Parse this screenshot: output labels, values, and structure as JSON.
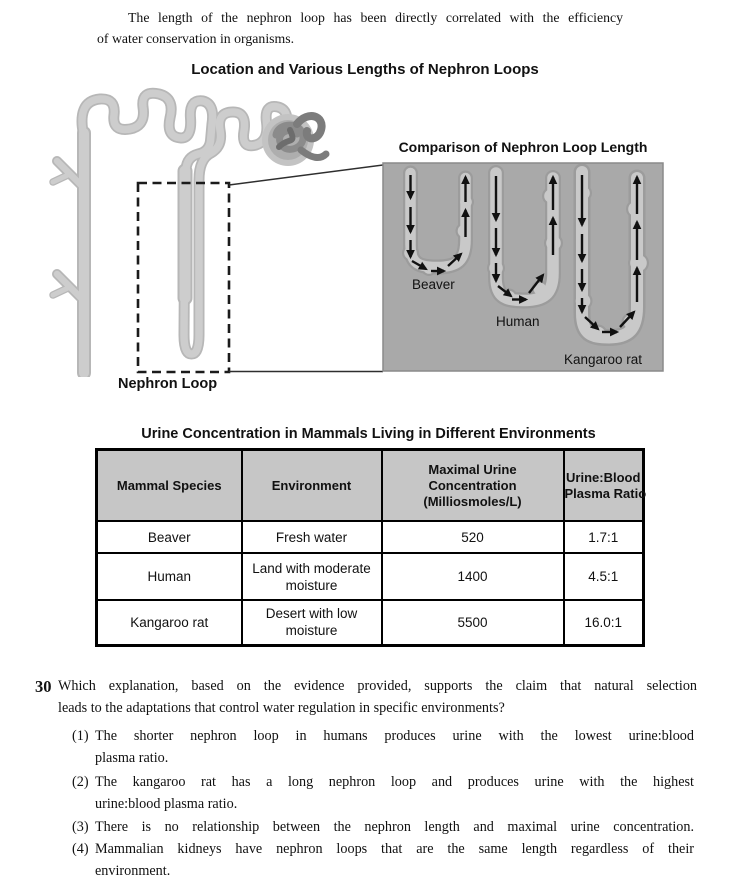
{
  "intro": {
    "lines": [
      "The length of the nephron loop has been directly correlated with the efficiency",
      "of water conservation in organisms."
    ]
  },
  "figure": {
    "title": "Location and Various Lengths of Nephron Loops",
    "nephron_label": "Nephron Loop",
    "comparison": {
      "title": "Comparison of Nephron Loop Length",
      "loop_labels": [
        "Beaver",
        "Human",
        "Kangaroo rat"
      ]
    },
    "colors": {
      "tubule_fill": "#cdcdcd",
      "tubule_outline": "#b7b7b7",
      "box_background": "#a9a9a9",
      "loop_fill": "#c9c9c9",
      "loop_outline": "#9c9c9c",
      "arrow": "#111111"
    }
  },
  "table": {
    "title": "Urine Concentration in Mammals Living in Different Environments",
    "header_bg": "#c6c6c6",
    "headers": [
      {
        "lines": [
          "Mammal Species"
        ]
      },
      {
        "lines": [
          "Environment"
        ]
      },
      {
        "lines": [
          "Maximal Urine",
          "Concentration",
          "(Milliosmoles/L)"
        ]
      },
      {
        "lines": [
          "Urine:Blood",
          "Plasma Ratio"
        ]
      }
    ],
    "rows": [
      {
        "species": "Beaver",
        "environment_lines": [
          "Fresh water"
        ],
        "max_urine": "520",
        "ratio": "1.7:1"
      },
      {
        "species": "Human",
        "environment_lines": [
          "Land with moderate",
          "moisture"
        ],
        "max_urine": "1400",
        "ratio": "4.5:1"
      },
      {
        "species": "Kangaroo rat",
        "environment_lines": [
          "Desert with low",
          "moisture"
        ],
        "max_urine": "5500",
        "ratio": "16.0:1"
      }
    ]
  },
  "question": {
    "number": "30",
    "lines": [
      "Which explanation, based on the evidence provided, supports the claim that natural selection",
      "leads to the adaptations that control water regulation in specific environments?"
    ],
    "options": [
      {
        "num": "(1)",
        "lines": [
          "The shorter nephron loop in humans produces urine with the lowest urine:blood",
          "plasma ratio."
        ]
      },
      {
        "num": "(2)",
        "lines": [
          "The kangaroo rat has a long nephron loop and produces urine with the highest",
          "urine:blood plasma ratio."
        ]
      },
      {
        "num": "(3)",
        "lines": [
          "There is no relationship between the nephron length and maximal urine concentration."
        ]
      },
      {
        "num": "(4)",
        "lines": [
          "Mammalian kidneys have nephron loops that are the same length regardless of their",
          "environment."
        ]
      }
    ]
  }
}
